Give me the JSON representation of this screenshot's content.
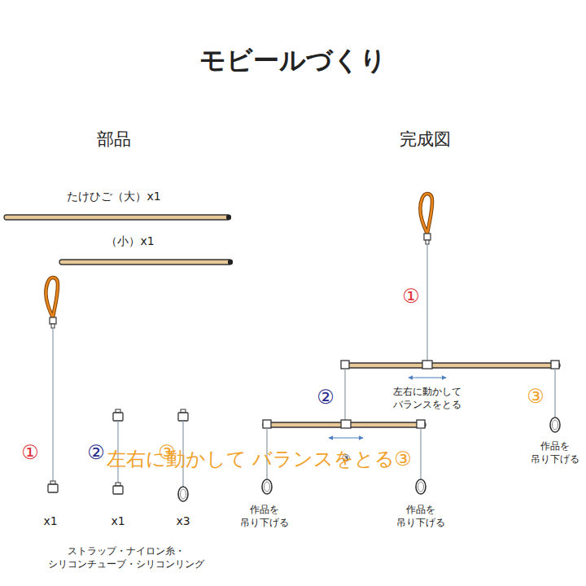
{
  "diagram": {
    "title": "モビールづくり",
    "labels": [
      "部品",
      "完成図",
      "たけひご（大）x1",
      "（小）x1",
      "①",
      "②",
      "③",
      "x1",
      "x1",
      "x3",
      "ストラップ・ナイロン糸・ シリコンチューブ・シリコンリング",
      "①",
      "左右に動かして バランスをとる",
      "②",
      "③",
      "作品を 吊り下げる",
      "③",
      "左右に動かして バランスをとる",
      "③",
      "作品を 吊り下げる",
      "作品を 吊り下げる"
    ]
  }
}
